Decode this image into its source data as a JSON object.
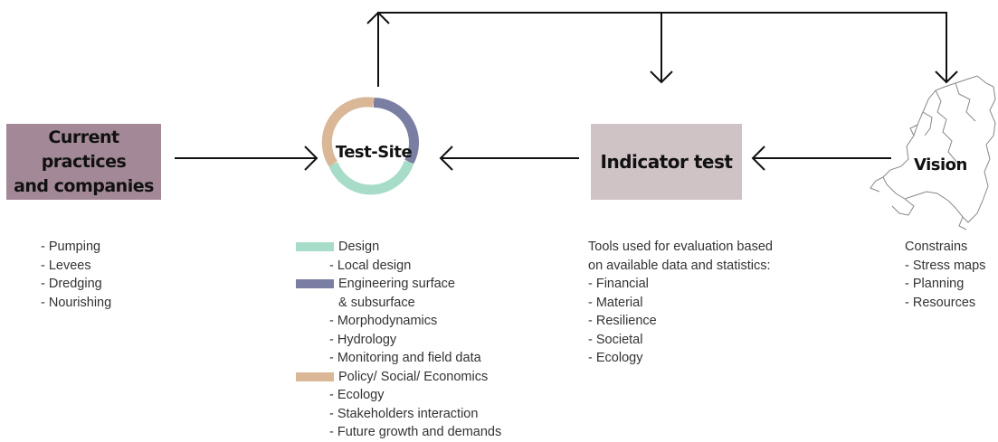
{
  "colors": {
    "practices_box": "#a38997",
    "indicator_box": "#cfc3c6",
    "design": "#a7ddc8",
    "engineering": "#7a7ea2",
    "policy": "#d9b797",
    "arrow": "#111111"
  },
  "nodes": {
    "current_practices": {
      "line1": "Current practices",
      "line2": "and companies"
    },
    "test_site": {
      "label": "Test-Site"
    },
    "indicator_test": {
      "label": "Indicator test"
    },
    "vision": {
      "label": "Vision",
      "icon": "netherlands-map-icon"
    }
  },
  "lists": {
    "practices": [
      "- Pumping",
      "- Levees",
      "- Dredging",
      "- Nourishing"
    ],
    "test_site": [
      {
        "text": "Design",
        "swatch": "design"
      },
      {
        "text": "- Local design"
      },
      {
        "text": "Engineering surface",
        "swatch": "engineering"
      },
      {
        "text": "& subsurface"
      },
      {
        "text": "- Morphodynamics"
      },
      {
        "text": "- Hydrology"
      },
      {
        "text": "- Monitoring and field data"
      },
      {
        "text": "Policy/ Social/ Economics",
        "swatch": "policy"
      },
      {
        "text": "- Ecology"
      },
      {
        "text": "- Stakeholders interaction"
      },
      {
        "text": "- Future growth and demands"
      }
    ],
    "indicator": [
      "Tools used for evaluation based",
      "on available data and statistics:",
      "- Financial",
      "- Material",
      "- Resilience",
      "- Societal",
      "- Ecology"
    ],
    "vision": [
      "Constrains",
      "- Stress maps",
      "- Planning",
      "- Resources"
    ]
  }
}
